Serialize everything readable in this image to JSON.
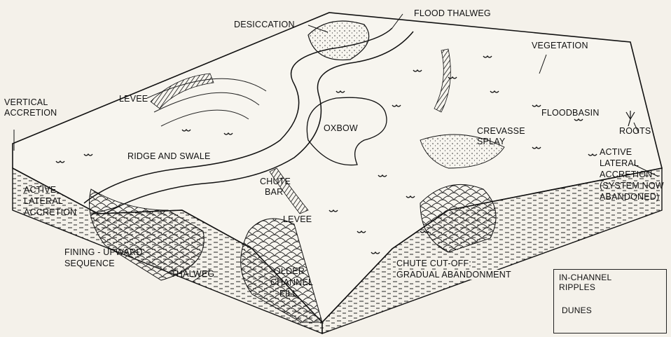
{
  "labels": {
    "desiccation": "DESICCATION",
    "flood_thalweg": "FLOOD THALWEG",
    "vegetation": "VEGETATION",
    "levee_top": "LEVEE",
    "floodbasin": "FLOODBASIN",
    "vertical_accretion_line1": "VERTICAL",
    "vertical_accretion_line2": "ACCRETION",
    "oxbow": "OXBOW",
    "crevasse_line1": "CREVASSE",
    "crevasse_line2": "SPLAY",
    "roots": "ROOTS",
    "ridge_and_swale": "RIDGE AND SWALE",
    "chute_line1": "CHUTE",
    "chute_line2": "BAR",
    "active_lat_left_line1": "ACTIVE",
    "active_lat_left_line2": "LATERAL",
    "active_lat_left_line3": "ACCRETION",
    "active_lat_right_line1": "ACTIVE",
    "active_lat_right_line2": "LATERAL",
    "active_lat_right_line3": "ACCRETION",
    "active_lat_right_line4": "(SYSTEM NOW",
    "active_lat_right_line5": "ABANDONED)",
    "levee_mid": "LEVEE",
    "fining_line1": "FINING - UPWARD",
    "fining_line2": "SEQUENCE",
    "thalweg": "THALWEG",
    "older_line1": "OLDER",
    "older_line2": "CHANNEL",
    "older_line3": "FILL",
    "chute_cutoff_line1": "CHUTE CUT-OFF:",
    "chute_cutoff_line2": "GRADUAL ABANDONMENT"
  },
  "legend": {
    "in_channel_line1": "IN-CHANNEL",
    "in_channel_line2": "RIPPLES",
    "dunes": "DUNES"
  }
}
